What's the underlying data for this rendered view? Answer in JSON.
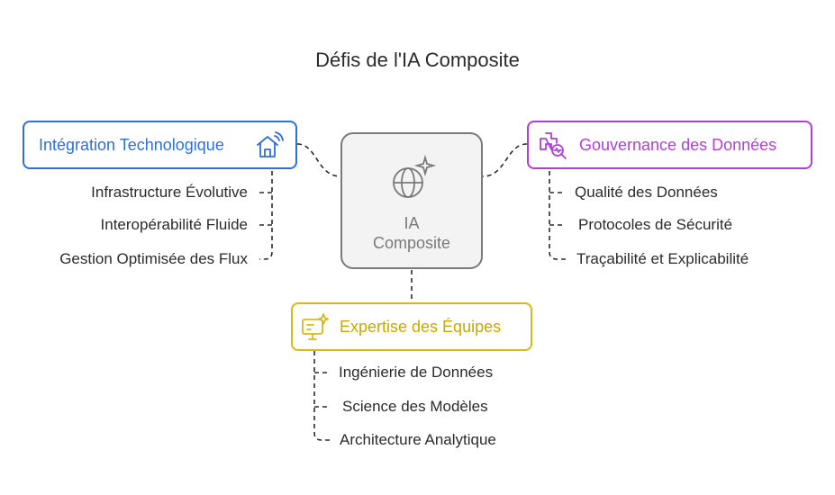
{
  "title": "Défis de l'IA Composite",
  "center": {
    "label": "IA\nComposite",
    "icon": "globe-sparkle-icon"
  },
  "branches": [
    {
      "label": "Intégration Technologique",
      "color": "#2f6fd6",
      "icon": "smart-home-icon",
      "items": [
        "Infrastructure Évolutive",
        "Interopérabilité Fluide",
        "Gestion Optimisée des Flux"
      ]
    },
    {
      "label": "Gouvernance des Données",
      "color": "#b03fd6",
      "icon": "medical-search-icon",
      "items": [
        "Qualité des Données",
        "Protocoles de Sécurité",
        "Traçabilité et Explicabilité"
      ]
    },
    {
      "label": "Expertise des Équipes",
      "color": "#d9b917",
      "icon": "monitor-sparkle-icon",
      "items": [
        "Ingénierie de Données",
        "Science des Modèles",
        "Architecture Analytique"
      ]
    }
  ]
}
